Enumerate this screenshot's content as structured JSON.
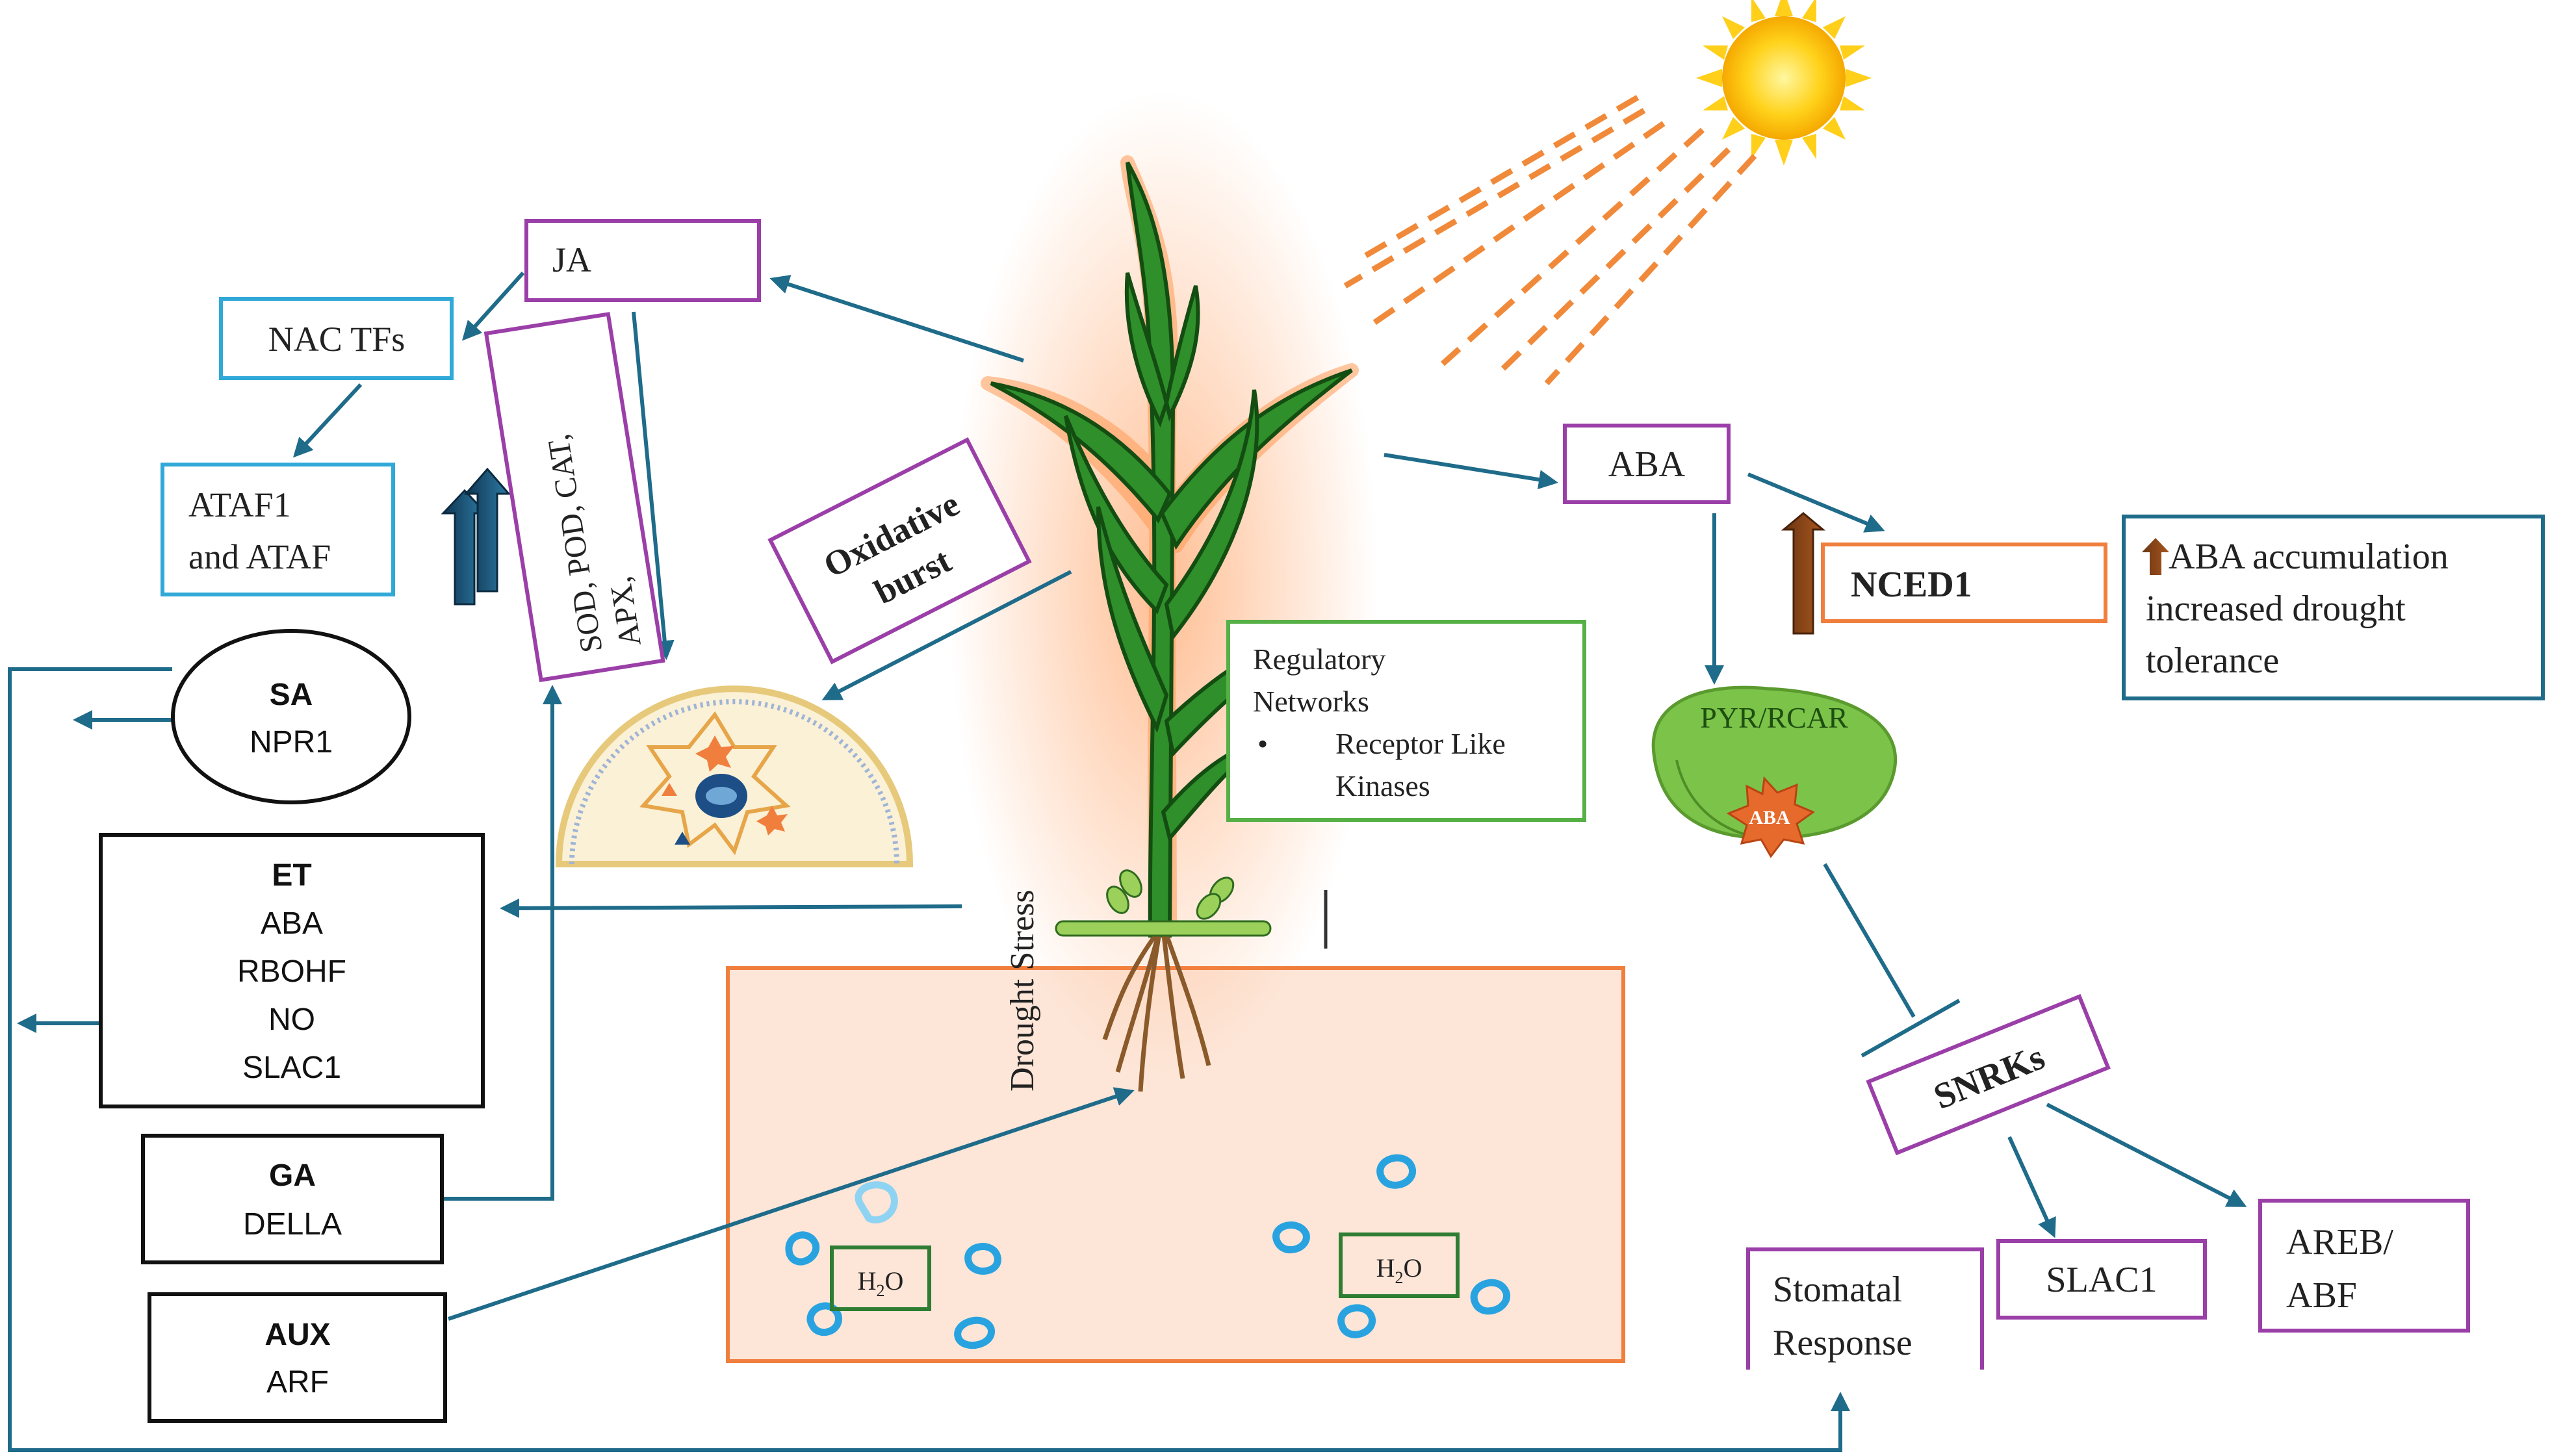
{
  "colors": {
    "arrow": "#1f6b8a",
    "purple_box": "#9b3fa8",
    "cyan_box": "#31a9d8",
    "orange_box": "#f07f3e",
    "teal_box": "#1f6b8a",
    "green_box": "#56b046",
    "dark_green_box": "#2e7d32",
    "soil_fill": "#fde6d8",
    "sun_ray": "#f08a3a",
    "leaf": "#2f8f2a",
    "receptor": "#7cc34a",
    "aba_star": "#e56a2c"
  },
  "boxes": {
    "ja": "JA",
    "nac_tfs": "NAC TFs",
    "ataf_line1": "ATAF1",
    "ataf_line2": "and ATAF",
    "antioxidants_line1": "SOD, POD, CAT,",
    "antioxidants_line2": "APX,",
    "oxidative_line1": "Oxidative",
    "oxidative_line2": "burst",
    "sa_title": "SA",
    "sa_sub": "NPR1",
    "et_title": "ET",
    "et_items": [
      "ABA",
      "RBOHF",
      "NO",
      "SLAC1"
    ],
    "ga_title": "GA",
    "ga_sub": "DELLA",
    "aux_title": "AUX",
    "aux_sub": "ARF",
    "regulatory_line1": "Regulatory",
    "regulatory_line2": "Networks",
    "regulatory_bullet": "•",
    "regulatory_item_line1": "Receptor Like",
    "regulatory_item_line2": "Kinases",
    "drought_stress": "Drought Stress",
    "h2o_left": "H",
    "h2o_sub": "2",
    "h2o_o": "O",
    "aba": "ABA",
    "nced1": "NCED1",
    "aba_acc_line1": "ABA accumulation",
    "aba_acc_line2": "increased drought",
    "aba_acc_line3": "tolerance",
    "pyr_rcar": "PYR/RCAR",
    "aba_star": "ABA",
    "snrks": "SNRKs",
    "stomatal_line1": "Stomatal",
    "stomatal_line2": "Response",
    "slac1": "SLAC1",
    "areb_line1": "AREB/",
    "areb_line2": "ABF"
  }
}
